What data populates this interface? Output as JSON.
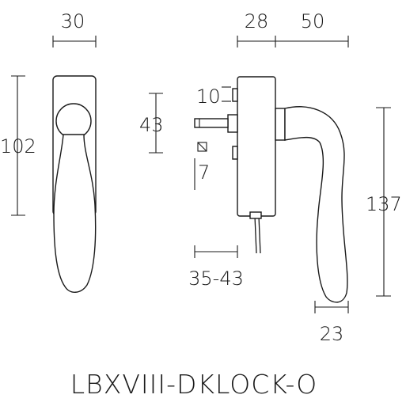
{
  "dimensions": {
    "front_width": "30",
    "front_height": "102",
    "side_depth": "28",
    "side_projection": "50",
    "spindle_spacing": "43",
    "hole_label": "10",
    "square_spindle": "7",
    "spindle_range": "35-43",
    "handle_height": "137",
    "handle_tip": "23"
  },
  "title": "LBXVIII-DKLOCK-O"
}
